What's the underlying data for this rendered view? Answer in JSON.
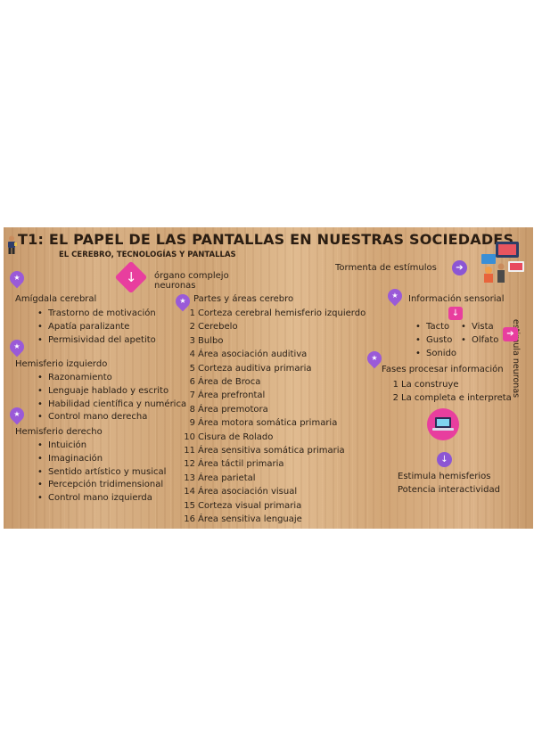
{
  "title": "T1: EL PAPEL DE LAS PANTALLAS EN NUESTRAS SOCIEDADES",
  "subtitle": "EL CEREBRO, TECNOLOGÍAS Y PANTALLAS",
  "organo": "órgano complejo neuronas",
  "tormenta": "Tormenta de estímulos",
  "estimula_neuronas": "estimula neuronas",
  "amigdala": {
    "heading": "Amígdala cerebral",
    "items": [
      "Trastorno de motivación",
      "Apatía paralizante",
      "Permisividad del apetito"
    ]
  },
  "izquierdo": {
    "heading": "Hemisferio izquierdo",
    "items": [
      "Razonamiento",
      "Lenguaje hablado y escrito",
      "Habilidad científica y numérica",
      "Control mano derecha"
    ]
  },
  "derecho": {
    "heading": "Hemisferio derecho",
    "items": [
      "Intuición",
      "Imaginación",
      "Sentido artístico y musical",
      "Percepción tridimensional",
      "Control mano izquierda"
    ]
  },
  "partes": {
    "heading": "Partes y áreas cerebro",
    "items": [
      {
        "n": "1",
        "t": "Corteza cerebral hemisferio izquierdo"
      },
      {
        "n": "2",
        "t": "Cerebelo"
      },
      {
        "n": "3",
        "t": "Bulbo"
      },
      {
        "n": "4",
        "t": "Área asociación auditiva"
      },
      {
        "n": "5",
        "t": "Corteza auditiva primaria"
      },
      {
        "n": "6",
        "t": "Área de Broca"
      },
      {
        "n": "7",
        "t": "Área prefrontal"
      },
      {
        "n": "8",
        "t": "Área premotora"
      },
      {
        "n": "9",
        "t": "Área motora somática primaria"
      },
      {
        "n": "10",
        "t": "Cisura de Rolado"
      },
      {
        "n": "11",
        "t": "Área sensitiva somática primaria"
      },
      {
        "n": "12",
        "t": "Área táctil primaria"
      },
      {
        "n": "13",
        "t": "Área parietal"
      },
      {
        "n": "14",
        "t": "Área asociación visual"
      },
      {
        "n": "15",
        "t": "Corteza visual primaria"
      },
      {
        "n": "16",
        "t": "Área sensitiva lenguaje"
      }
    ]
  },
  "sensorial": {
    "heading": "Información sensorial",
    "col1": [
      "Tacto",
      "Gusto",
      "Sonido"
    ],
    "col2": [
      "Vista",
      "Olfato"
    ]
  },
  "fases": {
    "heading": "Fases procesar información",
    "items": [
      {
        "n": "1",
        "t": "La construye"
      },
      {
        "n": "2",
        "t": "La completa e interpreta"
      }
    ]
  },
  "estimula": [
    "Estimula hemisferios",
    "Potencia interactividad"
  ],
  "colors": {
    "purple": "#9a5ad8",
    "pink": "#e83e9e",
    "text": "#2b2118"
  },
  "icons": [
    "star-marker-icon",
    "arrow-right-icon",
    "arrow-down-icon",
    "laptop-icon",
    "person-icon"
  ]
}
